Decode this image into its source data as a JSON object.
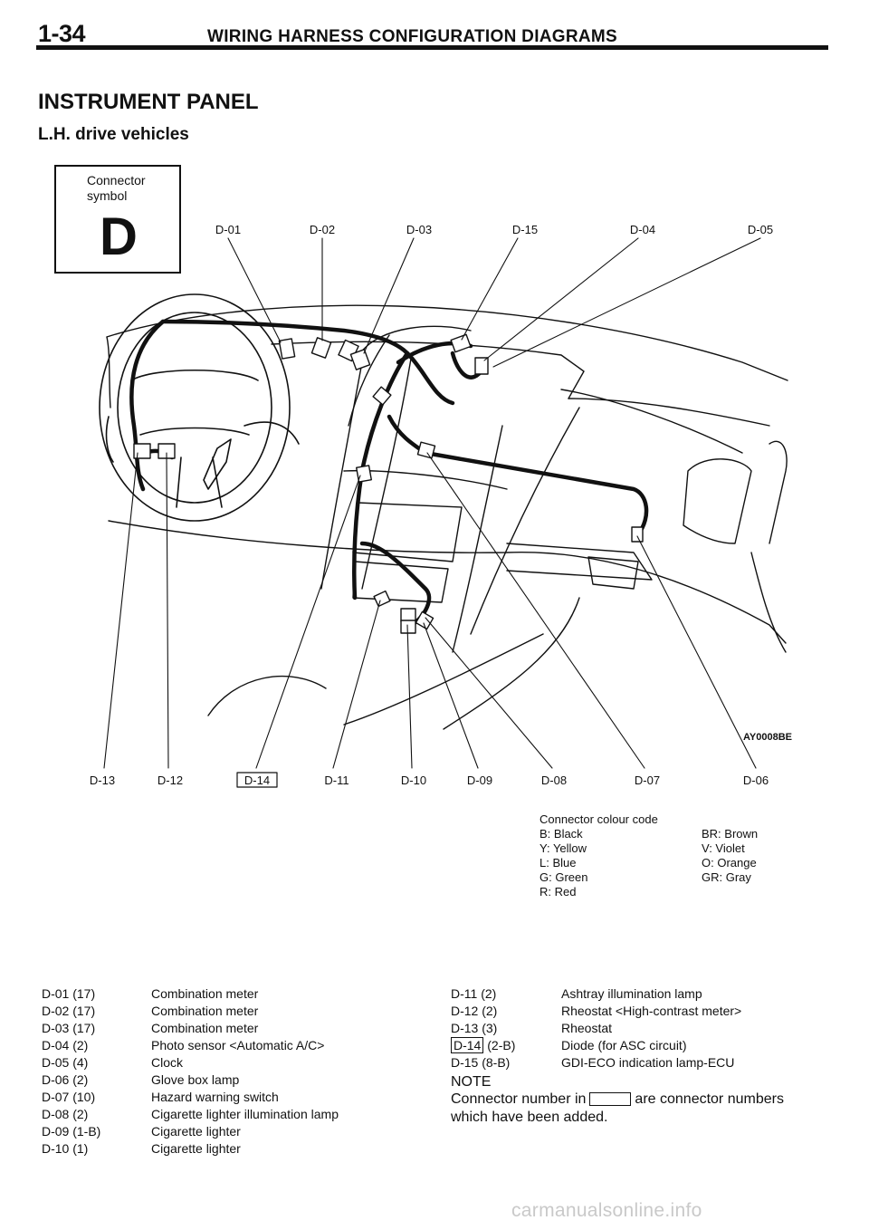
{
  "header": {
    "page_number": "1-34",
    "title": "WIRING HARNESS CONFIGURATION DIAGRAMS"
  },
  "section_title": "INSTRUMENT PANEL",
  "subtitle": "L.H. drive vehicles",
  "connector_symbol": {
    "label_line1": "Connector",
    "label_line2": "symbol",
    "letter": "D"
  },
  "figure_code": "AY0008BE",
  "callouts_top": [
    "D-01",
    "D-02",
    "D-03",
    "D-15",
    "D-04",
    "D-05"
  ],
  "callouts_bottom": [
    "D-13",
    "D-12",
    "D-14",
    "D-11",
    "D-10",
    "D-09",
    "D-08",
    "D-07",
    "D-06"
  ],
  "colour_code": {
    "title": "Connector colour code",
    "left": [
      "B: Black",
      "Y: Yellow",
      "L: Blue",
      "G: Green",
      "R: Red"
    ],
    "right": [
      "BR: Brown",
      "V: Violet",
      "O: Orange",
      "GR: Gray"
    ]
  },
  "connectors_left": [
    {
      "code": "D-01 (17)",
      "desc": "Combination meter"
    },
    {
      "code": "D-02 (17)",
      "desc": "Combination meter"
    },
    {
      "code": "D-03 (17)",
      "desc": "Combination meter"
    },
    {
      "code": "D-04 (2)",
      "desc": "Photo sensor <Automatic A/C>"
    },
    {
      "code": "D-05 (4)",
      "desc": "Clock"
    },
    {
      "code": "D-06 (2)",
      "desc": "Glove box lamp"
    },
    {
      "code": "D-07 (10)",
      "desc": "Hazard warning switch"
    },
    {
      "code": "D-08 (2)",
      "desc": "Cigarette lighter illumination lamp"
    },
    {
      "code": "D-09 (1-B)",
      "desc": "Cigarette lighter"
    },
    {
      "code": "D-10 (1)",
      "desc": "Cigarette lighter"
    }
  ],
  "connectors_right": [
    {
      "code": "D-11 (2)",
      "desc": "Ashtray illumination lamp"
    },
    {
      "code": "D-12 (2)",
      "desc": "Rheostat <High-contrast meter>"
    },
    {
      "code": "D-13 (3)",
      "desc": "Rheostat"
    },
    {
      "code_boxed": "D-14",
      "code_suffix": " (2-B)",
      "desc": "Diode (for ASC circuit)"
    },
    {
      "code": "D-15 (8-B)",
      "desc": "GDI-ECO indication lamp-ECU"
    }
  ],
  "note": {
    "heading": "NOTE",
    "line1_before": "Connector number in",
    "line1_after": "are connector numbers",
    "line2": "which have been added."
  },
  "watermark": "carmanualsonline.info"
}
